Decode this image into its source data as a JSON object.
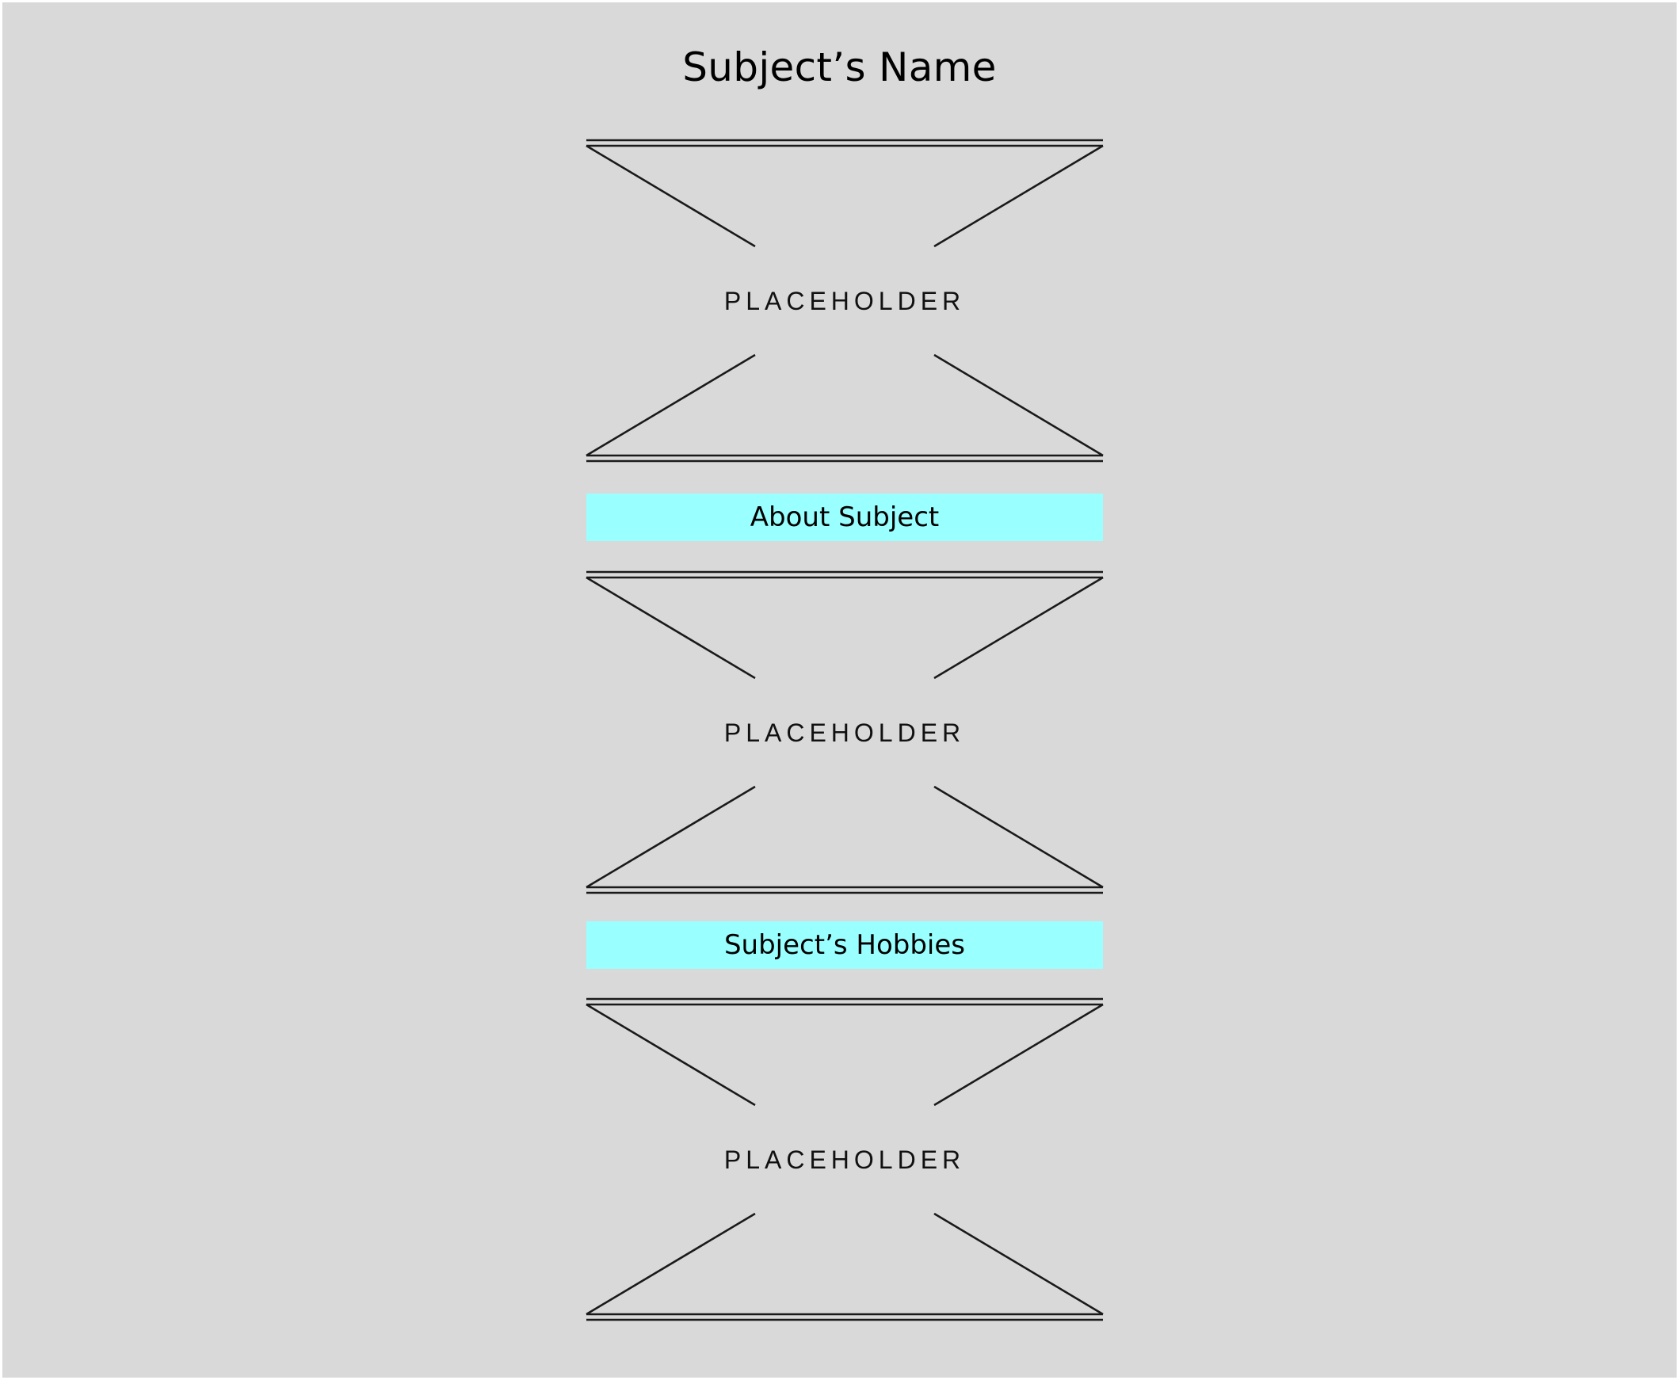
{
  "page": {
    "title": "Subject’s Name"
  },
  "colors": {
    "canvas_bg": "#d9d9d9",
    "page_border": "#ffffff",
    "section_bar_bg": "#99ffff",
    "line_color": "#1a1a1a",
    "text_color": "#000000"
  },
  "placeholders": [
    {
      "label": "PLACEHOLDER"
    },
    {
      "label": "PLACEHOLDER"
    },
    {
      "label": "PLACEHOLDER"
    }
  ],
  "sections": {
    "about": {
      "label": "About Subject"
    },
    "hobbies": {
      "label": "Subject’s Hobbies"
    }
  }
}
